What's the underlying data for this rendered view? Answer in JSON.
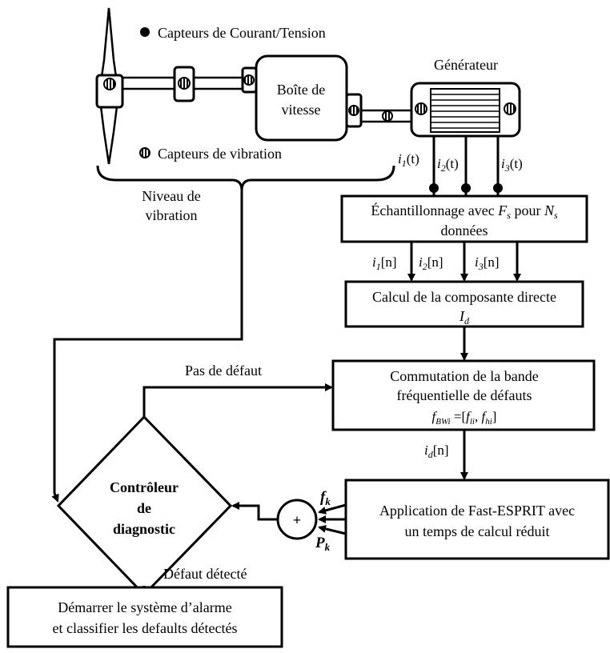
{
  "legend": {
    "current_sensors": "Capteurs de Courant/Tension",
    "vibration_sensors": "Capteurs de vibration"
  },
  "components": {
    "gearbox_line1": "Boîte de",
    "gearbox_line2": "vitesse",
    "generator": "Générateur",
    "vibration_level_line1": "Niveau de",
    "vibration_level_line2": "vibration"
  },
  "signals": {
    "i1t": [
      "i",
      "1",
      "(t)"
    ],
    "i2t": [
      "i",
      "2",
      "(t)"
    ],
    "i3t": [
      "i",
      "3",
      "(t)"
    ],
    "i1n": [
      "i",
      "1",
      "[n]"
    ],
    "i2n": [
      "i",
      "2",
      "[n]"
    ],
    "i3n": [
      "i",
      "3",
      "[n]"
    ],
    "idn": [
      "i",
      "d",
      "[n]"
    ]
  },
  "blocks": {
    "sampling": {
      "line1_a": "Échantillonnage avec ",
      "fs_main": "F",
      "fs_sub": "s",
      "line1_b": " pour ",
      "ns_main": "N",
      "ns_sub": "s",
      "line2": "données"
    },
    "direct_component": {
      "line1": "Calcul de la composante directe",
      "id_main": "I",
      "id_sub": "d"
    },
    "band_switch": {
      "line1": "Commutation de la bande",
      "line2": "fréquentielle de défauts",
      "formula": [
        "f",
        "BWi",
        " =[",
        "f",
        "li",
        ", ",
        "f",
        "hi",
        "]"
      ]
    },
    "esprit": {
      "line1": "Application de Fast-ESPRIT avec",
      "line2": "un temps de calcul réduit"
    },
    "controller": {
      "line1": "Contrôleur",
      "line2": "de",
      "line3": "diagnostic"
    },
    "alarm": {
      "line1": "Démarrer le système d’alarme",
      "line2": "et classifier les defaults détectés"
    }
  },
  "outputs": {
    "fk": [
      "f",
      "k"
    ],
    "pk": [
      "P",
      "k"
    ],
    "sum": "+"
  },
  "paths": {
    "no_fault": "Pas de défaut",
    "fault_detected": "Défaut détecté"
  }
}
